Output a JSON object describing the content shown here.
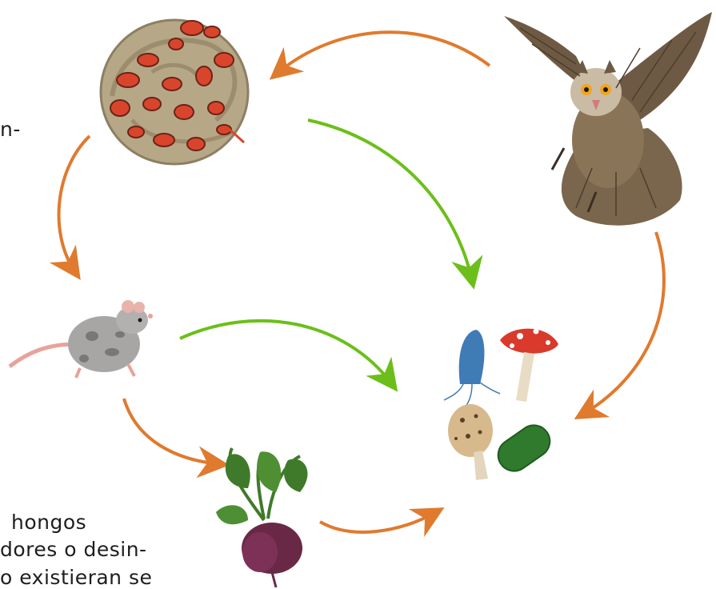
{
  "text_fragments": {
    "top_left": "n-",
    "bottom_line1": "hongos",
    "bottom_line2": "dores o desin-",
    "bottom_line3": "o existieran se"
  },
  "organisms": [
    {
      "id": "snake",
      "name": "snake-image"
    },
    {
      "id": "owl",
      "name": "owl-image"
    },
    {
      "id": "rat",
      "name": "rat-image"
    },
    {
      "id": "beet",
      "name": "beet-image"
    },
    {
      "id": "decomposers",
      "name": "decomposers-image"
    }
  ],
  "colors": {
    "arrow_orange": "#e07a2e",
    "arrow_green": "#6cbf1a",
    "snake_body": "#b6a787",
    "snake_spots": "#d9452c",
    "owl_feathers": "#6e5a44",
    "rat_body": "#a8a6a5",
    "beet_root": "#6a2847",
    "leaf_green": "#3f7a2a"
  }
}
